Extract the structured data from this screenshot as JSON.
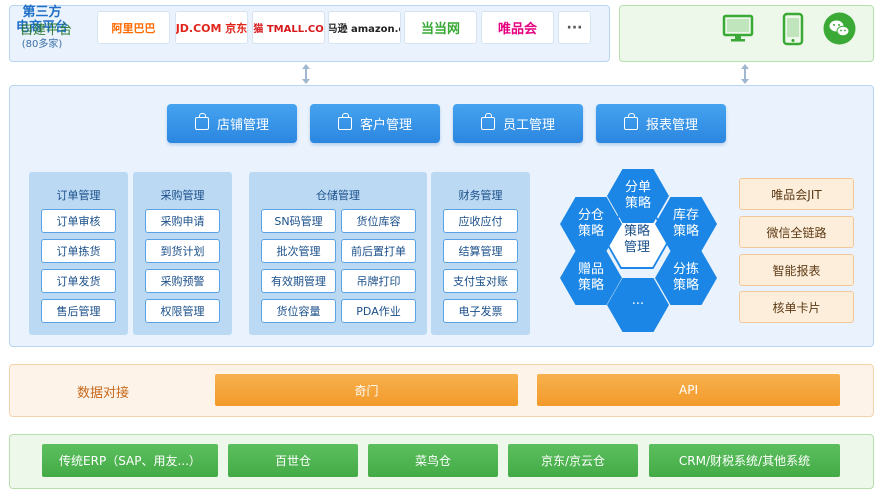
{
  "ecommerce": {
    "title_line1": "第三方",
    "title_line2": "电商平台",
    "count": "(80多家)",
    "logos": [
      {
        "text": "阿里巴巴",
        "icon": "alibaba-logo",
        "color": "#ff6a00"
      },
      {
        "text": "JD.COM 京东",
        "icon": "jd-logo",
        "color": "#e1251b"
      },
      {
        "text": "天猫 TMALL.COM",
        "icon": "tmall-logo",
        "color": "#d7191c"
      },
      {
        "text": "亚马逊 amazon.cn",
        "icon": "amazon-logo",
        "color": "#222222"
      },
      {
        "text": "当当网",
        "icon": "dangdang-logo",
        "color": "#3aa935"
      },
      {
        "text": "唯品会",
        "icon": "vip-logo",
        "color": "#e5007f"
      },
      {
        "text": "···",
        "icon": "more-icon",
        "color": "#555555"
      }
    ]
  },
  "self_built": {
    "title": "自建平台",
    "icons": [
      "desktop-icon",
      "mobile-icon",
      "wechat-icon"
    ]
  },
  "top_modules": [
    "店铺管理",
    "客户管理",
    "员工管理",
    "报表管理"
  ],
  "modules": {
    "order": {
      "title": "订单管理",
      "items": [
        "订单审核",
        "订单拣货",
        "订单发货",
        "售后管理"
      ]
    },
    "purchase": {
      "title": "采购管理",
      "items": [
        "采购申请",
        "到货计划",
        "采购预警",
        "权限管理"
      ]
    },
    "warehouse": {
      "title": "仓储管理",
      "items": [
        "SN码管理",
        "货位库容",
        "批次管理",
        "前后置打单",
        "有效期管理",
        "吊牌打印",
        "货位容量",
        "PDA作业"
      ]
    },
    "finance": {
      "title": "财务管理",
      "items": [
        "应收应付",
        "结算管理",
        "支付宝对账",
        "电子发票"
      ]
    }
  },
  "strategies": {
    "center": "策略\n管理",
    "items": [
      "分单\n策略",
      "库存\n策略",
      "分拣\n策略",
      "···",
      "赠品\n策略",
      "分仓\n策略"
    ]
  },
  "side_items": [
    "唯品会JIT",
    "微信全链路",
    "智能报表",
    "核单卡片"
  ],
  "data_link": {
    "title": "数据对接",
    "bars": [
      "奇门",
      "API"
    ]
  },
  "bottom_systems": [
    "传统ERP（SAP、用友...）",
    "百世仓",
    "菜鸟仓",
    "京东/京云仓",
    "CRM/财税系统/其他系统"
  ],
  "colors": {
    "primary_blue": "#2b86e0",
    "hex_blue": "#1c86e6",
    "orange": "#f29a2a",
    "green": "#43ab46"
  }
}
